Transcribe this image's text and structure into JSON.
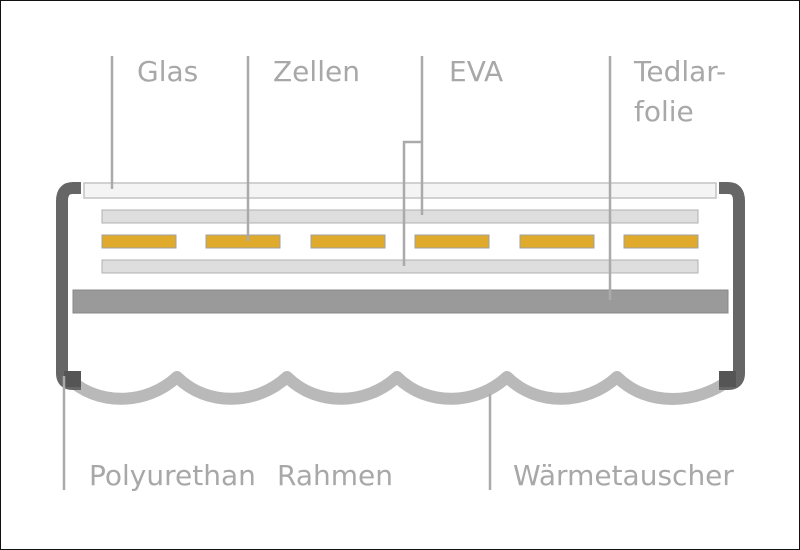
{
  "labels": {
    "glass": "Glas",
    "cells": "Zellen",
    "eva": "EVA",
    "tedlar_line1": "Tedlar-",
    "tedlar_line2": "folie",
    "polyurethane": "Polyurethan",
    "frame": "Rahmen",
    "heat_exchanger": "Wärmetauscher"
  },
  "colors": {
    "label_text": "#a8a8a8",
    "leader_line": "#aaaaaa",
    "frame": "#666666",
    "tedlar": "#9a9a9a",
    "cells": "#e0ab2d",
    "eva": "#dedede",
    "glass": "#f3f3f3",
    "heat_exchanger": "#b9b9b9"
  }
}
